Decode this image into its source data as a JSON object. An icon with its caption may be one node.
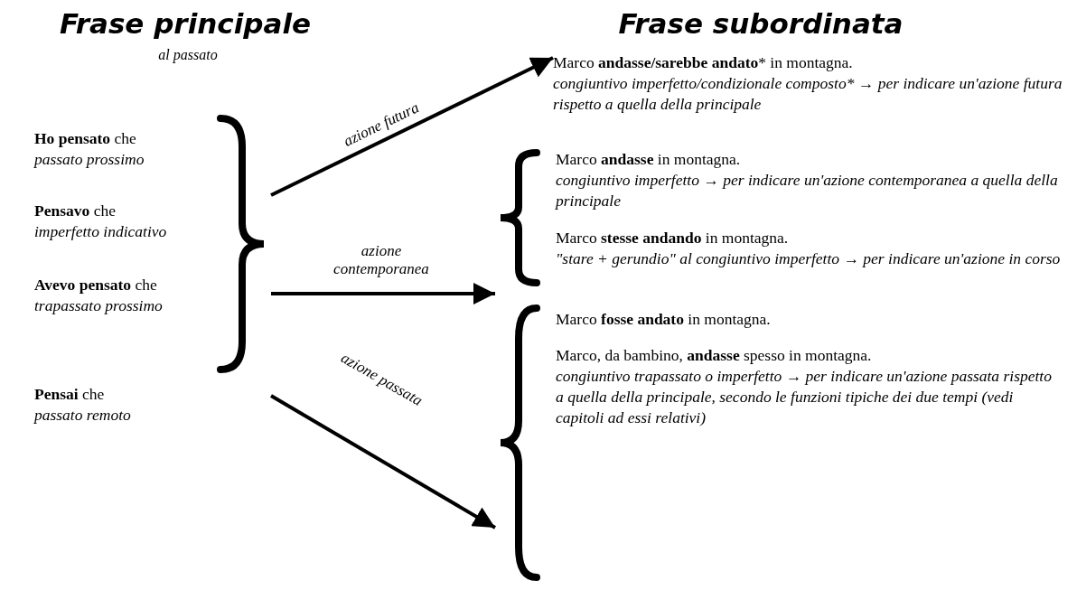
{
  "diagram": {
    "nodes": [
      {
        "text": [],
        "shape": "bracket"
      },
      {
        "text": [
          "**Ho pensato** che",
          "passato prossimo"
        ],
        "in": 0
      },
      {
        "text": [
          "**Pensavo** che",
          "imperfetto indicativo"
        ],
        "in": 0
      },
      {
        "text": [
          "**Avevo pensato** che",
          "trapassato prossimo"
        ],
        "in": 0
      },
      {
        "text": [
          "**Pensai** che",
          "passato remoto"
        ],
        "in": 0
      },
      {
        "text": [
          "Marco **andasse/sarebbe andato*** in montagna.",
          "congiuntivo imperfetto/condizionale composto* → per indicare un'azione futura rispetto a quella della principale"
        ]
      },
      {
        "text": [],
        "shape": "bracket"
      },
      {
        "text": [
          "Marco **andasse** in montagna.",
          "congiuntivo imperfetto → per indicare un'azione contemporanea a quella della principale"
        ],
        "in": 6
      },
      {
        "text": [
          "Marco **stesse andando** in montagna.",
          "\"stare + gerundio\" al congiuntivo imperfetto → per indicare un'azione in corso"
        ],
        "in": 6
      },
      {
        "text": [],
        "shape": "bracket"
      },
      {
        "text": [
          "Marco **fosse andato** in montagna."
        ],
        "in": 9
      },
      {
        "text": [
          "Marco, da bambino, **andasse** spesso in montagna.",
          "congiuntivo trapassato o imperfetto → per indicare un'azione passata rispetto a quella della principale, secondo le funzioni tipiche dei due tempi (vedi capitoli ad essi relativi)"
        ],
        "in": 9
      }
    ],
    "edges": [
      {
        "from": 0,
        "to": 5,
        "arrow": "to",
        "label": "azione futura"
      },
      {
        "from": 0,
        "to": 6,
        "arrow": "to",
        "label": "azione contemporanea"
      },
      {
        "from": 0,
        "to": 9,
        "arrow": "to",
        "label": "azione passata"
      }
    ],
    "labels": [
      "Frase principale",
      "al passato",
      "Frase subordinata"
    ]
  }
}
